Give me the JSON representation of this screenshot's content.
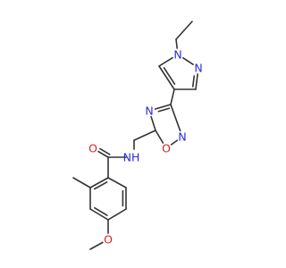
{
  "molecule": {
    "colors": {
      "bond": "#333333",
      "N": "#2b2bd8",
      "O": "#e0201b"
    },
    "atoms": [
      {
        "id": "c_et2",
        "label": ""
      },
      {
        "id": "c_et1",
        "label": ""
      },
      {
        "id": "n1p",
        "label": "N",
        "element": "N"
      },
      {
        "id": "n2p",
        "label": "N",
        "element": "N"
      },
      {
        "id": "c3p",
        "label": ""
      },
      {
        "id": "c4p",
        "label": ""
      },
      {
        "id": "c5p",
        "label": ""
      },
      {
        "id": "c3o",
        "label": ""
      },
      {
        "id": "n4o",
        "label": "N",
        "element": "N"
      },
      {
        "id": "c5o",
        "label": ""
      },
      {
        "id": "o1o",
        "label": "O",
        "element": "O"
      },
      {
        "id": "n2o",
        "label": "N",
        "element": "N"
      },
      {
        "id": "ch2",
        "label": ""
      },
      {
        "id": "nh",
        "label": "NH",
        "element": "N"
      },
      {
        "id": "c_am",
        "label": ""
      },
      {
        "id": "o_am",
        "label": "O",
        "element": "O"
      },
      {
        "id": "b1",
        "label": ""
      },
      {
        "id": "b2",
        "label": ""
      },
      {
        "id": "b3",
        "label": ""
      },
      {
        "id": "b4",
        "label": ""
      },
      {
        "id": "b5",
        "label": ""
      },
      {
        "id": "b6",
        "label": ""
      },
      {
        "id": "me",
        "label": ""
      },
      {
        "id": "o_me",
        "label": "O",
        "element": "O"
      },
      {
        "id": "c_ome",
        "label": ""
      }
    ],
    "bonds": [
      {
        "a": "c_et2",
        "b": "c_et1",
        "order": 1
      },
      {
        "a": "c_et1",
        "b": "n1p",
        "order": 1
      },
      {
        "a": "n1p",
        "b": "n2p",
        "order": 1
      },
      {
        "a": "n2p",
        "b": "c3p",
        "order": 2
      },
      {
        "a": "c3p",
        "b": "c4p",
        "order": 1
      },
      {
        "a": "c4p",
        "b": "c5p",
        "order": 2
      },
      {
        "a": "c5p",
        "b": "n1p",
        "order": 1
      },
      {
        "a": "c4p",
        "b": "c3o",
        "order": 1
      },
      {
        "a": "c3o",
        "b": "n4o",
        "order": 2
      },
      {
        "a": "n4o",
        "b": "c5o",
        "order": 1
      },
      {
        "a": "c5o",
        "b": "o1o",
        "order": 1
      },
      {
        "a": "o1o",
        "b": "n2o",
        "order": 1
      },
      {
        "a": "n2o",
        "b": "c3o",
        "order": 1
      },
      {
        "a": "c5o",
        "b": "ch2",
        "order": 1
      },
      {
        "a": "ch2",
        "b": "nh",
        "order": 1
      },
      {
        "a": "nh",
        "b": "c_am",
        "order": 1
      },
      {
        "a": "c_am",
        "b": "o_am",
        "order": 2
      },
      {
        "a": "c_am",
        "b": "b1",
        "order": 1
      },
      {
        "a": "b1",
        "b": "b2",
        "order": 2
      },
      {
        "a": "b2",
        "b": "b3",
        "order": 1
      },
      {
        "a": "b3",
        "b": "b4",
        "order": 2
      },
      {
        "a": "b4",
        "b": "b5",
        "order": 1
      },
      {
        "a": "b5",
        "b": "b6",
        "order": 2
      },
      {
        "a": "b6",
        "b": "b1",
        "order": 1
      },
      {
        "a": "b2",
        "b": "me",
        "order": 1
      },
      {
        "a": "b4",
        "b": "o_me",
        "order": 1
      },
      {
        "a": "o_me",
        "b": "c_ome",
        "order": 1
      }
    ]
  }
}
